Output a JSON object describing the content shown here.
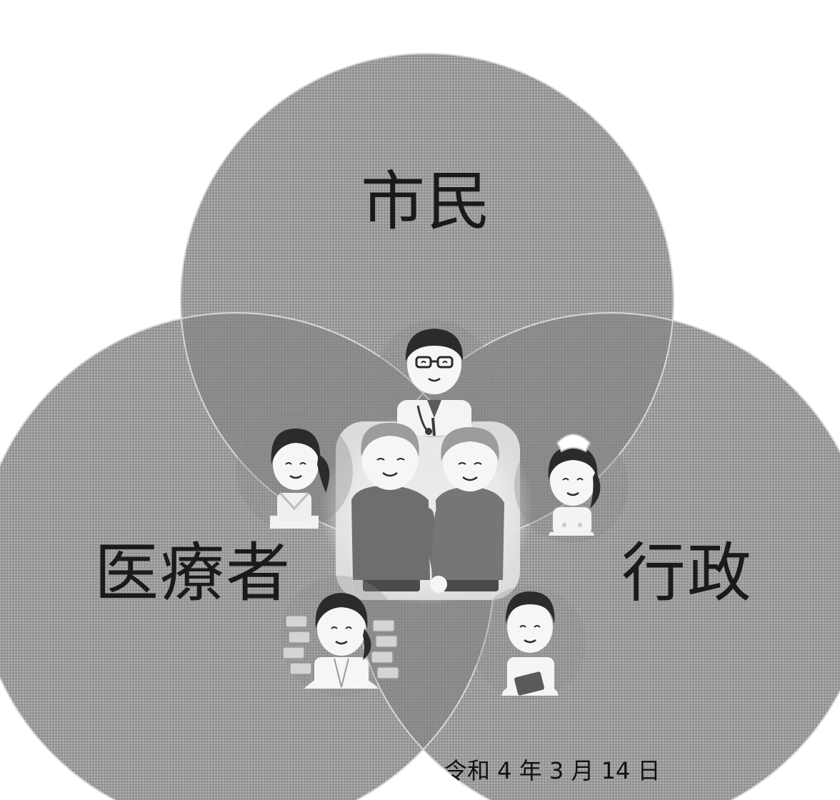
{
  "diagram": {
    "circles": {
      "top": {
        "label": "市民"
      },
      "left": {
        "label": "医療者"
      },
      "right": {
        "label": "行政"
      }
    },
    "date": "令和 4 年 3 月 14 日",
    "figures": [
      "doctor-with-glasses-icon",
      "female-carer-icon",
      "nurse-icon",
      "elderly-couple-holding-hands-icon",
      "female-pharmacist-icon",
      "male-care-worker-icon"
    ],
    "colors": {
      "circle_fill": "#9a9a9a",
      "circle_overlap": "#7c7c7c",
      "center_glow": "#e8e8e8",
      "skin": "#f2f2f2",
      "hair": "#2b2b2b",
      "elder_hair": "#9c9c9c",
      "elder_clothes": "#6e6e6e"
    }
  }
}
